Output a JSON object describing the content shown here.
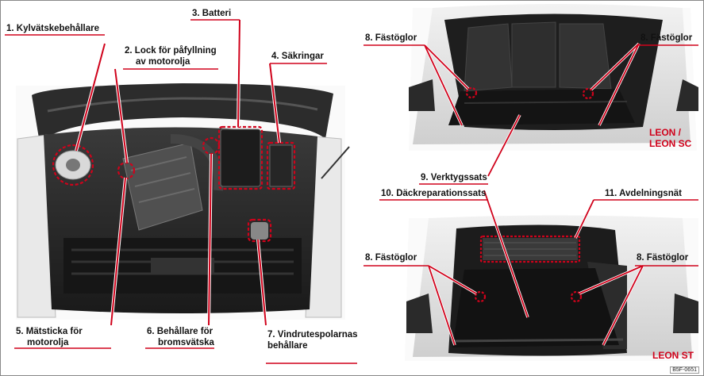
{
  "labels": {
    "l1": {
      "num": "1.",
      "text": "Kylvätskebehållare"
    },
    "l2": {
      "num": "2.",
      "line1": "Lock för påfyllning",
      "line2": "av motorolja"
    },
    "l3": {
      "num": "3.",
      "text": "Batteri"
    },
    "l4": {
      "num": "4.",
      "text": "Säkringar"
    },
    "l5": {
      "num": "5.",
      "line1": "Mätsticka för",
      "line2": "motorolja"
    },
    "l6": {
      "num": "6.",
      "line1": "Behållare för",
      "line2": "bromsvätska"
    },
    "l7": {
      "num": "7.",
      "line1": "Vindrutespolarnas",
      "line2": "behållare"
    },
    "l8": {
      "num": "8.",
      "text": "Fästöglor"
    },
    "l9": {
      "num": "9.",
      "text": "Verktygssats"
    },
    "l10": {
      "num": "10.",
      "text": "Däckreparationssats"
    },
    "l11": {
      "num": "11.",
      "text": "Avdelningsnät"
    }
  },
  "model_tags": {
    "leon_sc_line1": "LEON /",
    "leon_sc_line2": "LEON SC",
    "leon_st": "LEON ST"
  },
  "figure_code": "B5F-0651",
  "colors": {
    "accent": "#d0021b",
    "photo_dark": "#2a2a2a",
    "photo_light": "#e6e6e6"
  }
}
